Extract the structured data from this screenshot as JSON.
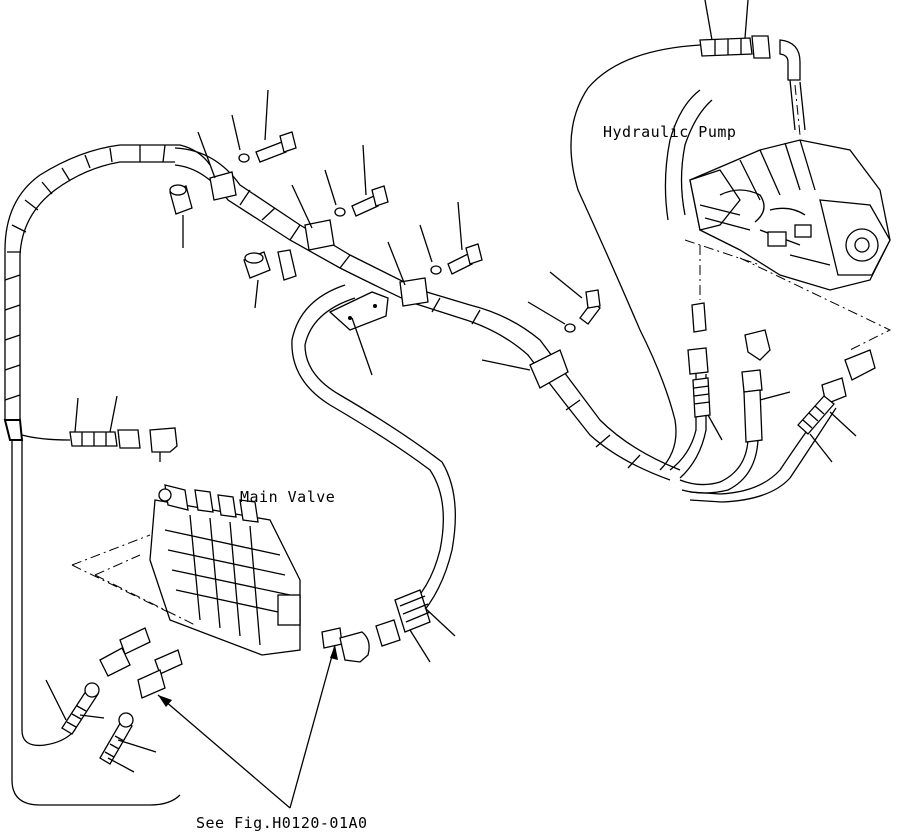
{
  "labels": {
    "hydraulic_pump": "Hydraulic Pump",
    "main_valve": "Main Valve",
    "see_fig": "See Fig.H0120-01A0"
  },
  "colors": {
    "ink": "#000000",
    "paper": "#ffffff"
  }
}
